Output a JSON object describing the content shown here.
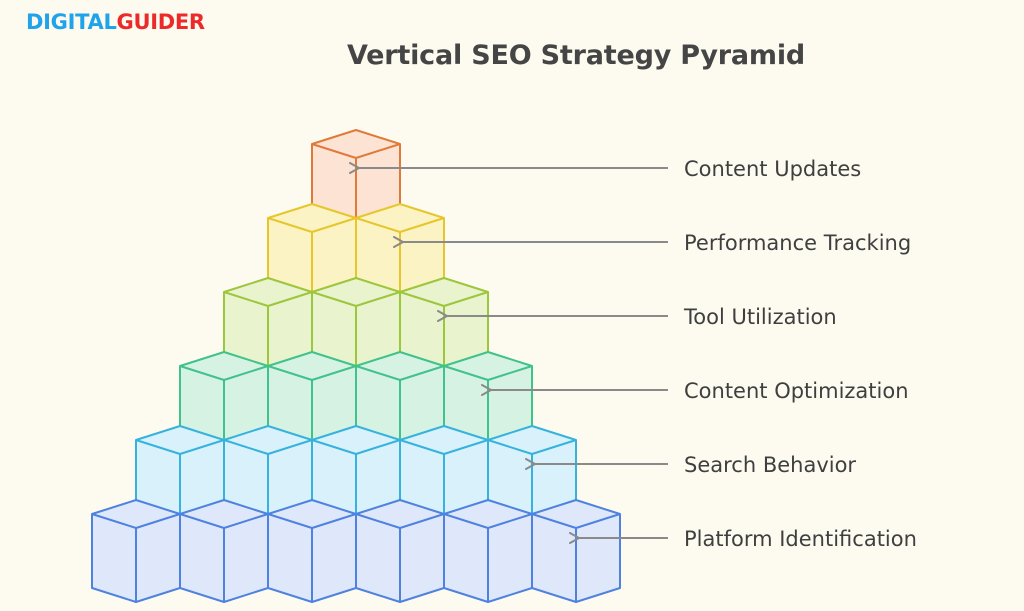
{
  "brand": {
    "part1": "DIGITAL",
    "part2": "GUIDER"
  },
  "title": "Vertical SEO Strategy Pyramid",
  "levels": [
    {
      "label": "Content Updates",
      "stroke": "#e07a3a",
      "fill": "#fce3d3"
    },
    {
      "label": "Performance Tracking",
      "stroke": "#e6c62b",
      "fill": "#fbf3c3"
    },
    {
      "label": "Tool Utilization",
      "stroke": "#9cc63b",
      "fill": "#e9f3cd"
    },
    {
      "label": "Content Optimization",
      "stroke": "#3fc28b",
      "fill": "#d6f2e2"
    },
    {
      "label": "Search Behavior",
      "stroke": "#35b3dd",
      "fill": "#d8f1fb"
    },
    {
      "label": "Platform Identification",
      "stroke": "#4d82df",
      "fill": "#dfe8fb"
    }
  ],
  "colors": {
    "arrow": "#8a8a8a",
    "background": "#fdfbf0"
  }
}
